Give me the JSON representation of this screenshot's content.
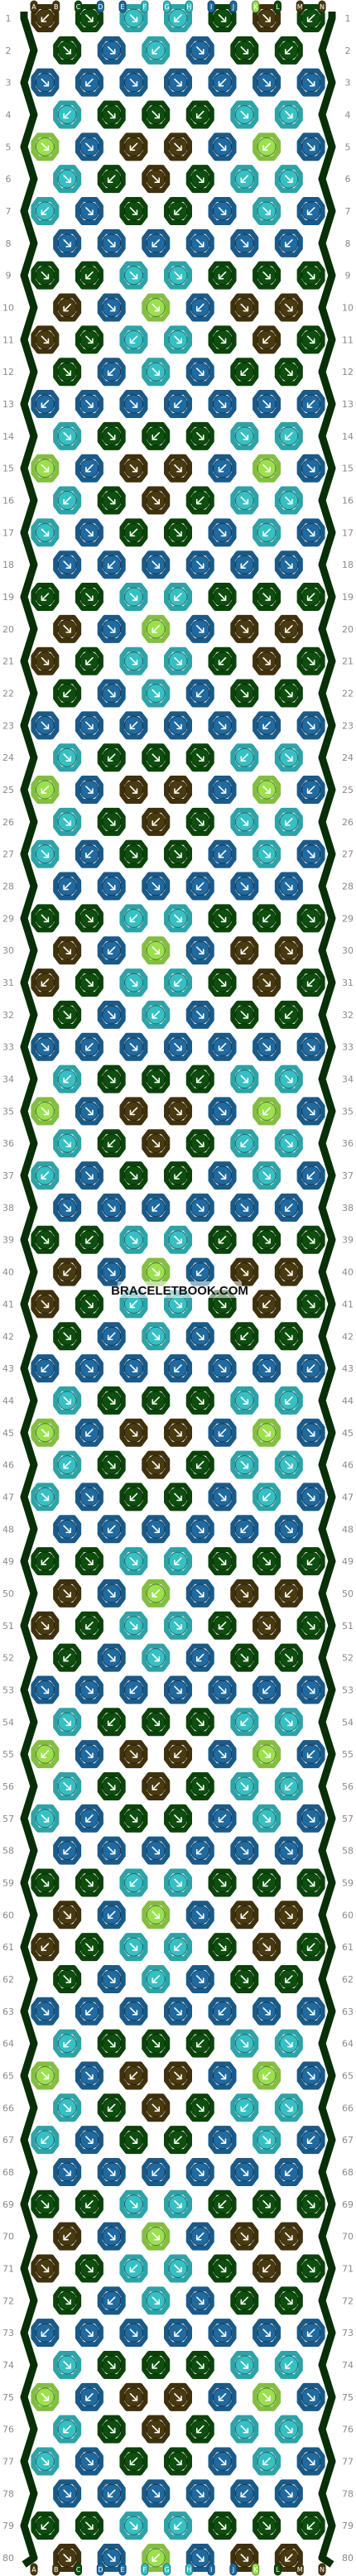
{
  "diagram": {
    "type": "friendship-bracelet-normal-pattern",
    "strings": [
      {
        "letter": "A",
        "color": "#4a3a0f"
      },
      {
        "letter": "B",
        "color": "#4a3a0f"
      },
      {
        "letter": "C",
        "color": "#0d4f0d"
      },
      {
        "letter": "D",
        "color": "#1f6aa0"
      },
      {
        "letter": "E",
        "color": "#1f6aa0"
      },
      {
        "letter": "F",
        "color": "#36c0c4"
      },
      {
        "letter": "G",
        "color": "#36c0c4"
      },
      {
        "letter": "H",
        "color": "#36c0c4"
      },
      {
        "letter": "I",
        "color": "#1f6aa0"
      },
      {
        "letter": "J",
        "color": "#1f6aa0"
      },
      {
        "letter": "K",
        "color": "#9be04d"
      },
      {
        "letter": "L",
        "color": "#0d4f0d"
      },
      {
        "letter": "M",
        "color": "#4a3a0f"
      },
      {
        "letter": "N",
        "color": "#4a3a0f"
      }
    ],
    "palette": {
      "brown": "#4a3a0f",
      "dark_green": "#0d4f0d",
      "blue": "#1f6aa0",
      "cyan": "#36c0c4",
      "lime": "#9be04d"
    },
    "row_count": 80,
    "watermark": "BRACELETBOOK.COM"
  }
}
